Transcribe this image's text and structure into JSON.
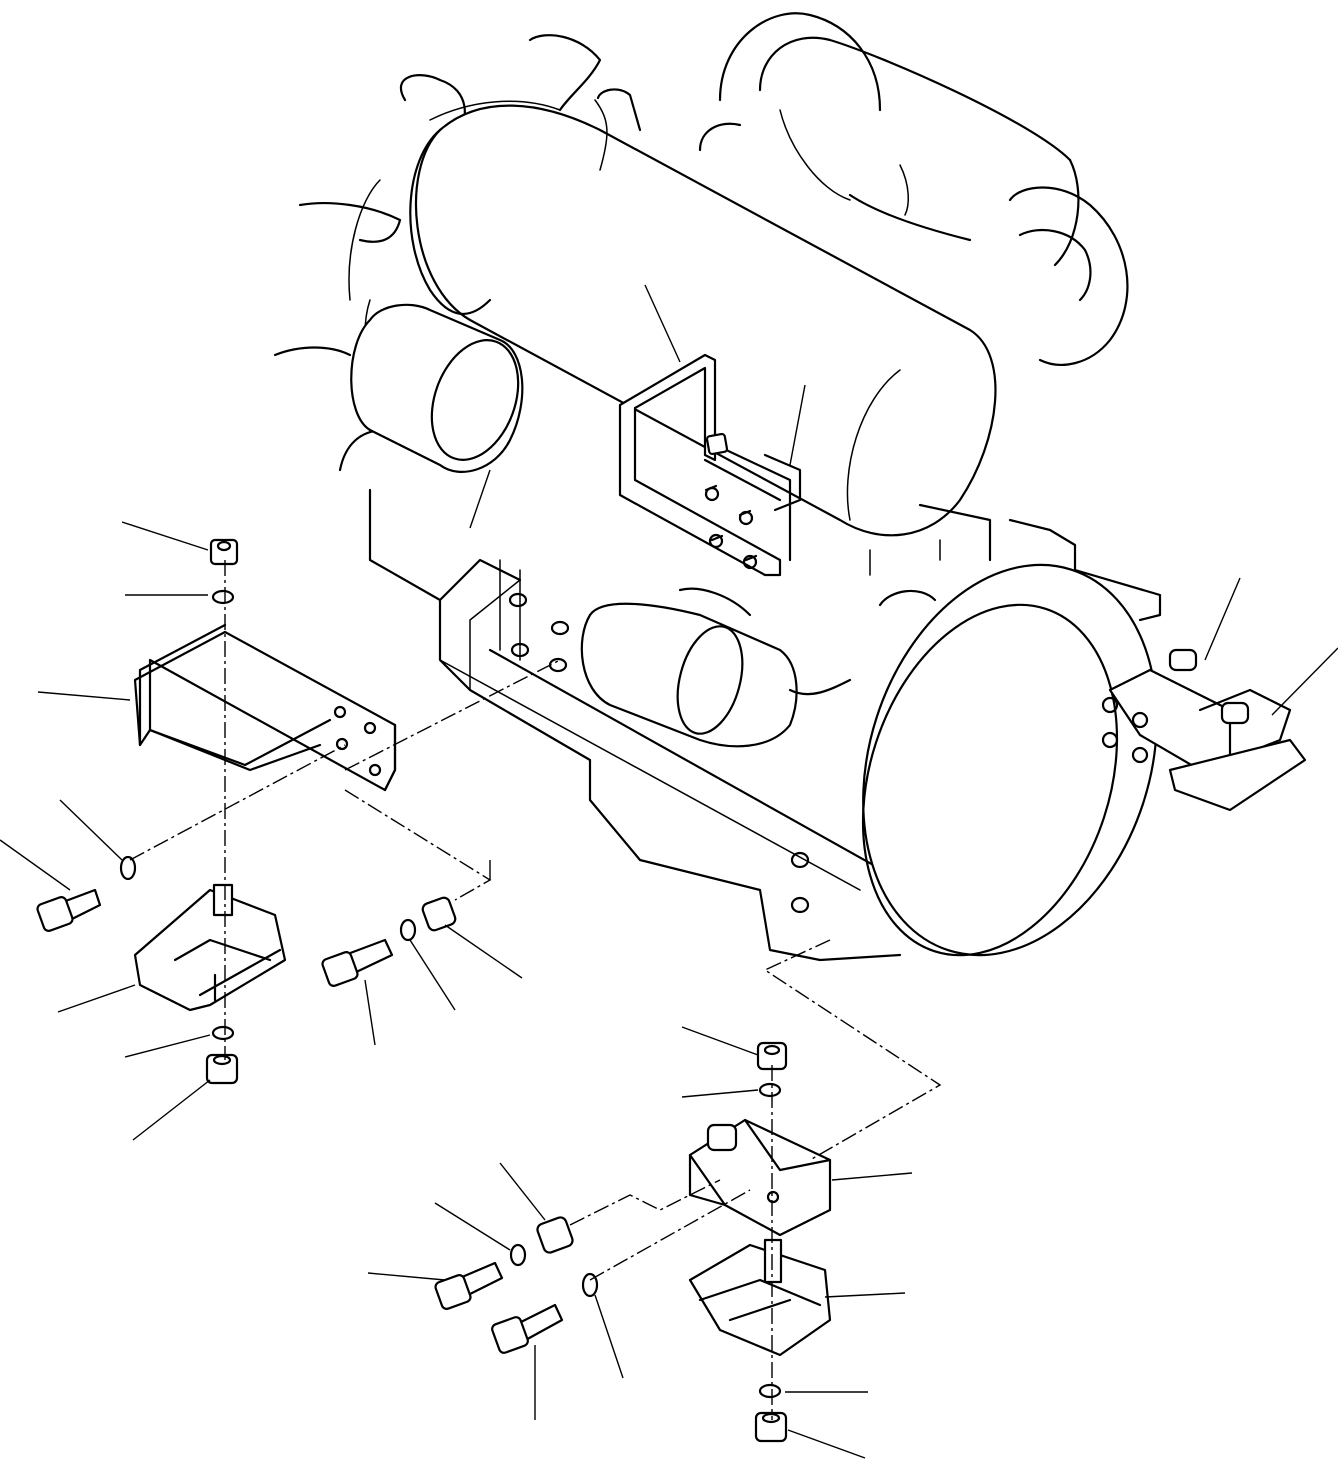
{
  "diagram": {
    "type": "exploded-parts-view",
    "subject_icon": "engine-mount-assembly",
    "line_color": "#000000",
    "background_color": "#ffffff",
    "callout_leader_count": 30,
    "callout_labels": []
  }
}
